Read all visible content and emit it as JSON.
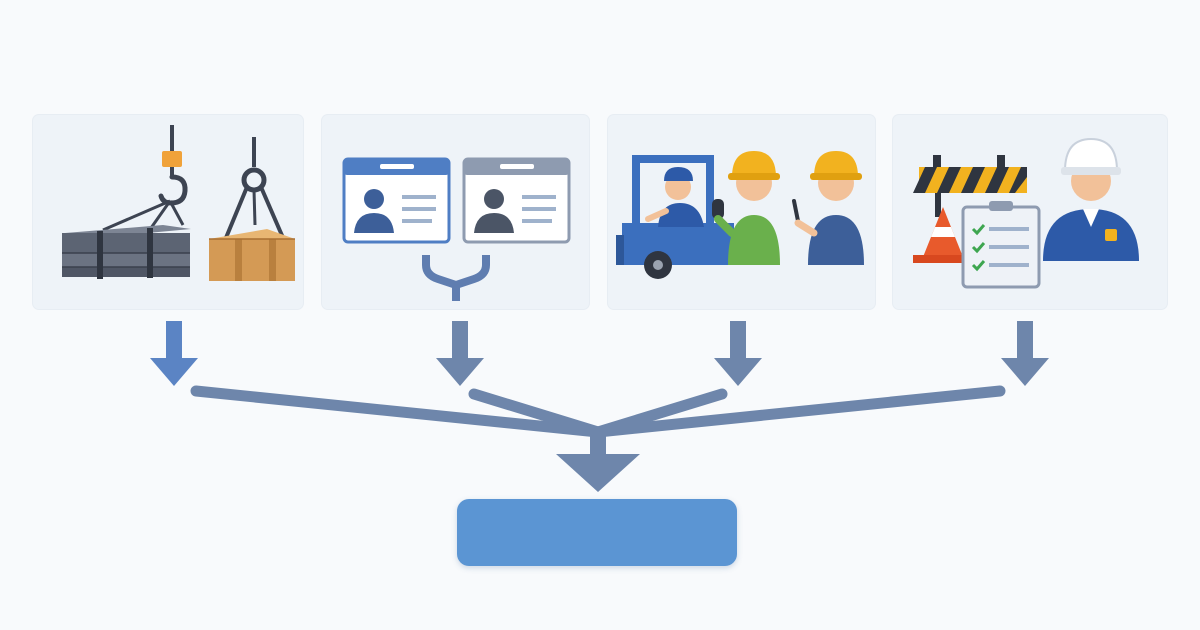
{
  "diagram": {
    "colors": {
      "background": "#f8fafc",
      "panel": "#eef3f8",
      "arrow": "#6e86ab",
      "arrow_accent": "#5b84c4",
      "result_box": "#5b95d3"
    },
    "panels": [
      {
        "name": "crane-lifting-loads",
        "icons": [
          "crane-hook-icon",
          "steel-plates-icon",
          "lifting-clamp-icon",
          "cardboard-box-icon"
        ]
      },
      {
        "name": "operator-id-cards",
        "icons": [
          "id-card-icon",
          "id-card-icon",
          "merge-connector-icon"
        ]
      },
      {
        "name": "forklift-and-workers",
        "icons": [
          "forklift-icon",
          "driver-icon",
          "worker-hardhat-icon",
          "worker-hardhat-icon"
        ]
      },
      {
        "name": "safety-inspection",
        "icons": [
          "barrier-icon",
          "traffic-cone-icon",
          "checklist-icon",
          "inspector-icon"
        ]
      }
    ],
    "result": {
      "label": ""
    }
  }
}
